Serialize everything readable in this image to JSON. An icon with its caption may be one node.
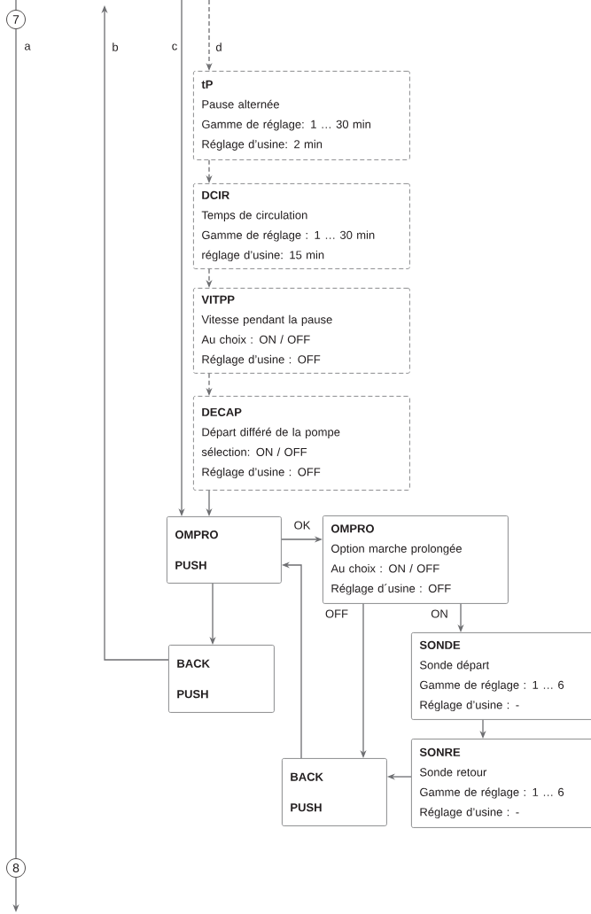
{
  "diagram": {
    "nodes": [
      {
        "text": [
          "7"
        ]
      },
      {
        "text": [
          "tP",
          "Pause alternée",
          "Gamme de réglage: 1 … 30 min",
          "Réglage d’usine: 2 min"
        ]
      },
      {
        "text": [
          "DCIR",
          "Temps de circulation",
          "Gamme de réglage : 1 … 30 min",
          "réglage d’usine: 15 min"
        ]
      },
      {
        "text": [
          "VITPP",
          "Vitesse pendant la pause",
          "Au choix : ON / OFF",
          "Réglage d’usine : OFF"
        ]
      },
      {
        "text": [
          "DECAP",
          "Départ différé de la pompe",
          "sélection: ON / OFF",
          "Réglage d’usine : OFF"
        ]
      },
      {
        "text": [
          "OMPRO",
          "PUSH"
        ]
      },
      {
        "text": [
          "OMPRO",
          "Option marche prolongée",
          "Au choix : ON / OFF",
          "Réglage d´usine : OFF"
        ]
      },
      {
        "text": [
          "BACK",
          "PUSH"
        ]
      },
      {
        "text": [
          "SONDE",
          "Sonde départ",
          "Gamme de réglage : 1 … 6",
          "Réglage d’usine : -"
        ]
      },
      {
        "text": [
          "SONRE",
          "Sonde retour",
          "Gamme de réglage : 1 … 6",
          "Réglage d’usine : -"
        ]
      },
      {
        "text": [
          "BACK",
          "PUSH"
        ]
      },
      {
        "text": [
          "8"
        ]
      }
    ],
    "edges": [
      {
        "from": null,
        "to": 0,
        "arrow": "none"
      },
      {
        "from": 0,
        "to": 11,
        "arrow": "none",
        "label": "a"
      },
      {
        "from": 11,
        "to": null,
        "arrow": "to"
      },
      {
        "from": 7,
        "to": null,
        "arrow": "to",
        "label": "b"
      },
      {
        "from": null,
        "to": 5,
        "arrow": "to",
        "label": "c"
      },
      {
        "from": null,
        "to": 1,
        "arrow": "to",
        "label": "d",
        "style": "dashed"
      },
      {
        "from": 1,
        "to": 2,
        "arrow": "to",
        "style": "dashed"
      },
      {
        "from": 2,
        "to": 3,
        "arrow": "to",
        "style": "dashed"
      },
      {
        "from": 3,
        "to": 4,
        "arrow": "to",
        "style": "dashed"
      },
      {
        "from": 4,
        "to": 5,
        "arrow": "to"
      },
      {
        "from": 5,
        "to": 6,
        "arrow": "to",
        "label": "OK"
      },
      {
        "from": 5,
        "to": 7,
        "arrow": "to"
      },
      {
        "from": 10,
        "to": 5,
        "arrow": "to"
      },
      {
        "from": 6,
        "to": 10,
        "arrow": "to",
        "label": "OFF"
      },
      {
        "from": 6,
        "to": 8,
        "arrow": "to",
        "label": "ON"
      },
      {
        "from": 8,
        "to": 9,
        "arrow": "to"
      },
      {
        "from": 9,
        "to": 10,
        "arrow": "to"
      }
    ]
  }
}
